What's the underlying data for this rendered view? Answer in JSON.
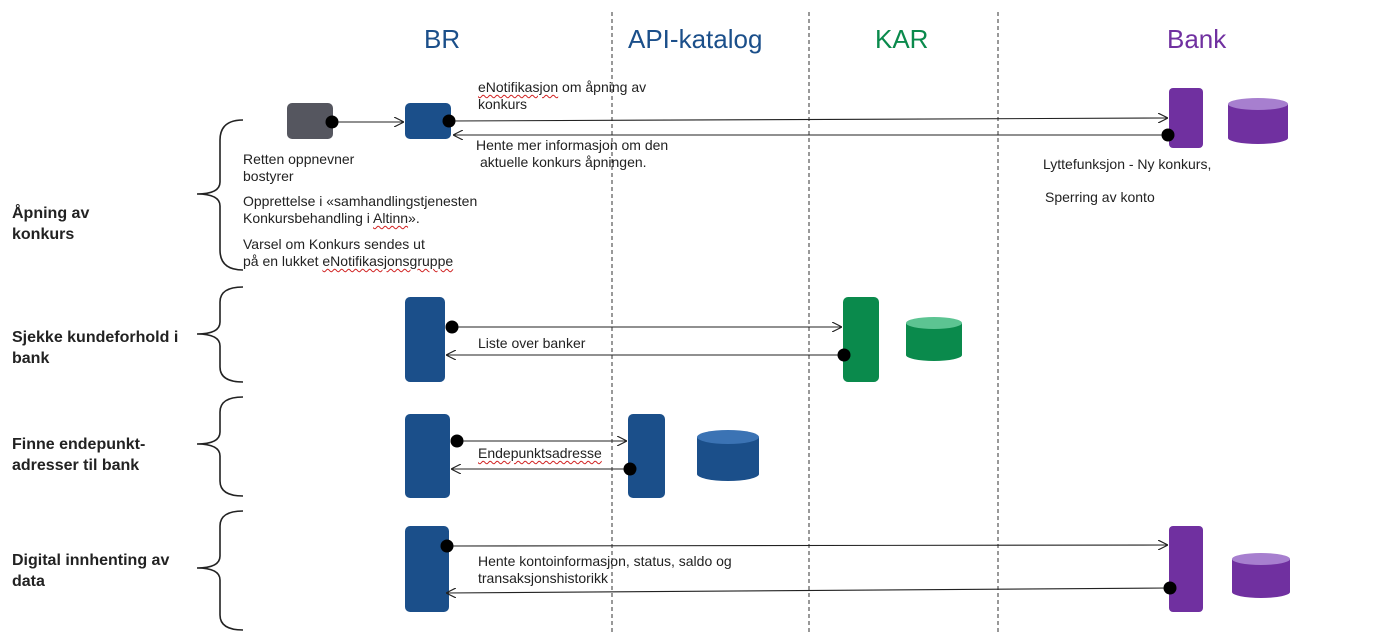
{
  "lanes": [
    {
      "name": "BR",
      "color": "#1b4f8a"
    },
    {
      "name": "API-katalog",
      "color": "#1b4f8a"
    },
    {
      "name": "KAR",
      "color": "#0a8a4c"
    },
    {
      "name": "Bank",
      "color": "#7030a0"
    }
  ],
  "phases": [
    {
      "label": "Åpning av konkurs"
    },
    {
      "label": "Sjekke kundeforhold i bank"
    },
    {
      "label": "Finne endepunkt-adresser til bank"
    },
    {
      "label": "Digital innhenting av data"
    }
  ],
  "notes": {
    "p1_br_a": "Retten oppnevner",
    "p1_br_b": "bostyrer",
    "p1_op_a": "Opprettelse i «samhandlingstjenesten",
    "p1_op_b1": "Konkursbehandling i ",
    "p1_op_b2": "Altinn",
    "p1_op_b3": "».",
    "p1_va_a": "Varsel om Konkurs sendes ut",
    "p1_va_b1": "på en lukket ",
    "p1_va_b2": "eNotifikasjonsgruppe",
    "p1_msg1_a1": "eNotifikasjon",
    "p1_msg1_a2": " om åpning av",
    "p1_msg1_b": "konkurs",
    "p1_msg2_a": "Hente mer informasjon om den",
    "p1_msg2_b": "aktuelle konkurs åpningen.",
    "p1_bank_a": "Lyttefunksjon - Ny konkurs,",
    "p1_bank_b": "Sperring av konto",
    "p2_msg": "Liste over banker",
    "p3_msg": "Endepunktsadresse",
    "p4_msg_a": "Hente kontoinformasjon, status, saldo og",
    "p4_msg_b": "transaksjonshistorikk"
  },
  "colors": {
    "br": "#1b4f8a",
    "api": "#1b4f8a",
    "kar": "#0a8a4c",
    "bank": "#7030a0",
    "court": "#55565f",
    "bank_db_top": "#a77fcf",
    "kar_db_top": "#5cc492",
    "api_db_top": "#3b73b4"
  }
}
